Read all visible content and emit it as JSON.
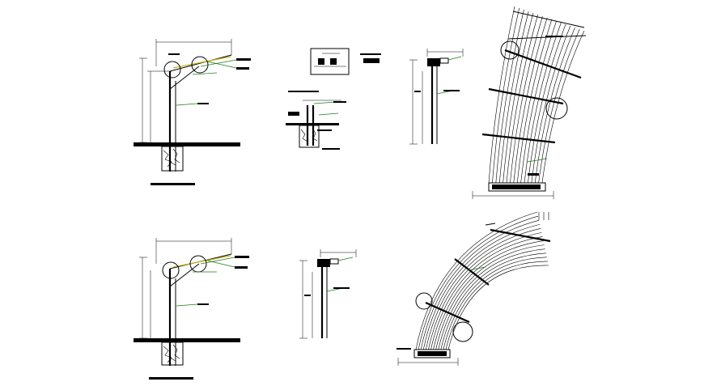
{
  "drawing": {
    "background": "#ffffff",
    "line_color": "#000000",
    "leader_color": "#1d7a1d",
    "accent_color": "#c9b21a"
  },
  "views": [
    {
      "id": "pole-elevation-top",
      "kind": "pole elevation with bracket arm"
    },
    {
      "id": "pole-elevation-bottom",
      "kind": "pole elevation with bracket arm"
    },
    {
      "id": "foundation-detail",
      "kind": "foundation section detail"
    },
    {
      "id": "bracket-detail-top",
      "kind": "bracket side detail"
    },
    {
      "id": "bracket-detail-bottom",
      "kind": "bracket side detail"
    },
    {
      "id": "curved-rod-assembly-top",
      "kind": "curved rod bundle elevation"
    },
    {
      "id": "curved-rod-assembly-bottom",
      "kind": "curved rod bundle elevation"
    }
  ]
}
